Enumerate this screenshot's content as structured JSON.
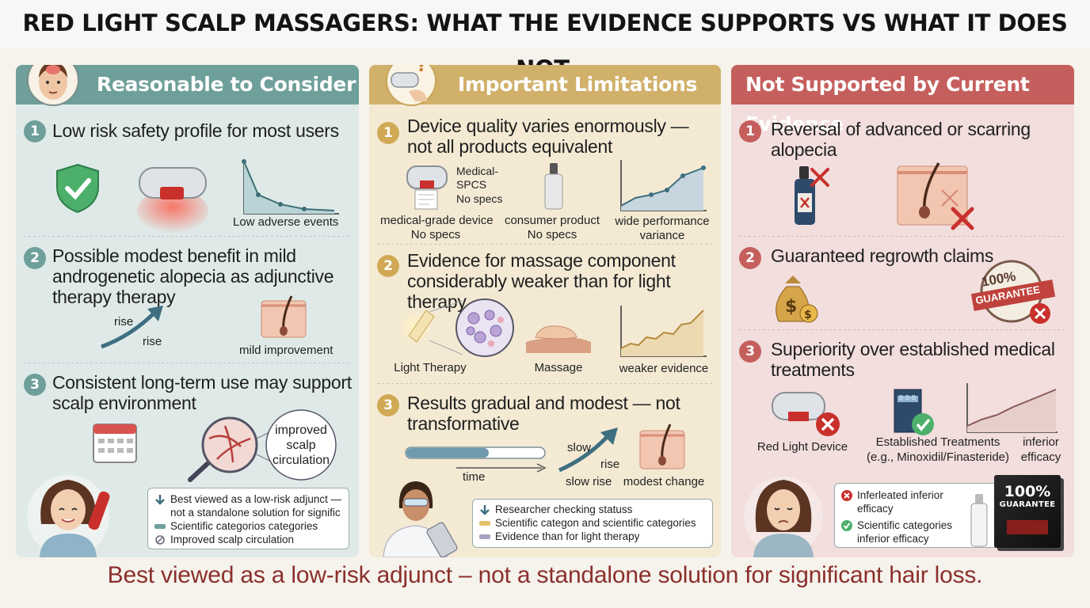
{
  "title": "RED LIGHT SCALP MASSAGERS: WHAT THE EVIDENCE SUPPORTS VS WHAT IT DOES NOT.",
  "footer": "Best viewed as a low-risk adjunct – not a standalone solution for significant hair loss.",
  "colors": {
    "teal": "#6e9f9a",
    "gold": "#d1b06a",
    "red": "#c55f5d",
    "footer": "#8b2f2c"
  },
  "panels": [
    {
      "header": "Reasonable to Consider",
      "items": [
        {
          "num": "1",
          "text": "Low risk safety profile for most users",
          "captions": [
            "Low adverse events"
          ]
        },
        {
          "num": "2",
          "text": "Possible modest benefit in mild androgenetic alopecia as adjunctive therapy therapy",
          "captions": [
            "rise",
            "rise",
            "mild improvement"
          ]
        },
        {
          "num": "3",
          "text": "Consistent long-term use may support scalp environment",
          "captions": [
            "improved scalp circulation"
          ]
        }
      ],
      "legend": [
        "Best viewed as a low-risk adjunct — not a standalone solution for signific",
        "Scientific categorios categories",
        "Improved scalp circulation"
      ]
    },
    {
      "header": "Important Limitations",
      "items": [
        {
          "num": "1",
          "text": "Device quality varies enormously — not all products equivalent",
          "labels": [
            "Medical-",
            "SPCS",
            "No specs"
          ],
          "captions": [
            "medical-grade device",
            "No specs",
            "consumer product",
            "No specs",
            "wide performance",
            "variance"
          ]
        },
        {
          "num": "2",
          "text": "Evidence for massage component considerably weaker than for light therapy",
          "captions": [
            "Light Therapy",
            "Massage",
            "weaker evidence"
          ]
        },
        {
          "num": "3",
          "text": "Results gradual and modest — not transformative",
          "captions": [
            "time",
            "slow",
            "rise",
            "slow rise",
            "modest change"
          ]
        }
      ],
      "legend": [
        "Researcher checking statuss",
        "Scientific categon and scientific categories",
        "Evidence than for light therapy"
      ]
    },
    {
      "header": "Not Supported by Current Evidence",
      "items": [
        {
          "num": "1",
          "text": "Reversal of advanced or scarring alopecia"
        },
        {
          "num": "2",
          "text": "Guaranteed regrowth claims",
          "badge": [
            "100%",
            "GUARANTEE"
          ]
        },
        {
          "num": "3",
          "text": "Superiority over established medical treatments",
          "captions": [
            "Red Light Device",
            "Established Treatments",
            "(e.g., Minoxidil/Finasteride)",
            "inferior",
            "efficacy"
          ],
          "box_text": "B-B-B"
        }
      ],
      "legend": [
        "Inferleated inferior efficacy",
        "Scientific categories inferior efficacy"
      ],
      "box": [
        "100%",
        "GUARANTEE"
      ]
    }
  ]
}
